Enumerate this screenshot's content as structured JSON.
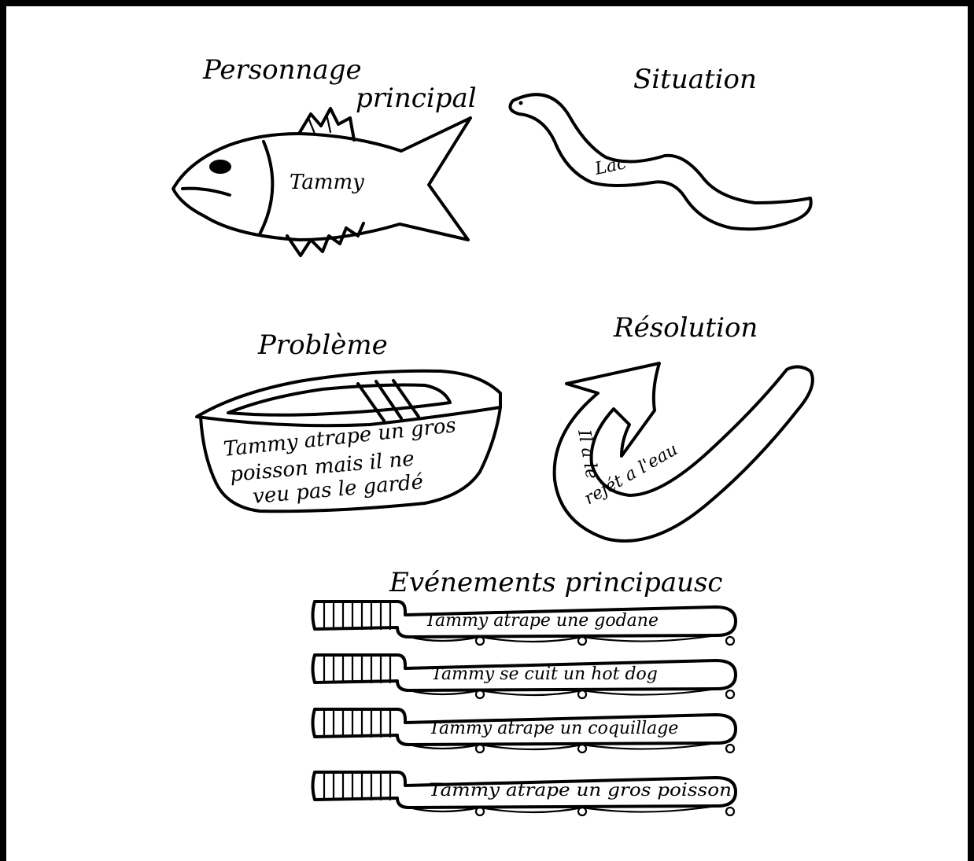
{
  "characters": {
    "heading": "Personnage principal",
    "heading_line1": "Personnage",
    "heading_line2": "principal",
    "name": "Tammy"
  },
  "setting": {
    "heading": "Situation",
    "place": "Lac"
  },
  "problem": {
    "heading": "Problème",
    "line1": "Tammy atrape un gros",
    "line2": "poisson mais il ne",
    "line3": "veu pas le gardé"
  },
  "resolution": {
    "heading": "Résolution",
    "text_part1": "Il a le",
    "text_part2": "rejét a l'eau"
  },
  "events": {
    "heading": "Evénements principausc",
    "items": [
      "Tammy atrape une godane",
      "Tammy se cuit un hot dog",
      "Tammy atrape un coquillage",
      "Tammy atrape un gros poisson"
    ]
  }
}
